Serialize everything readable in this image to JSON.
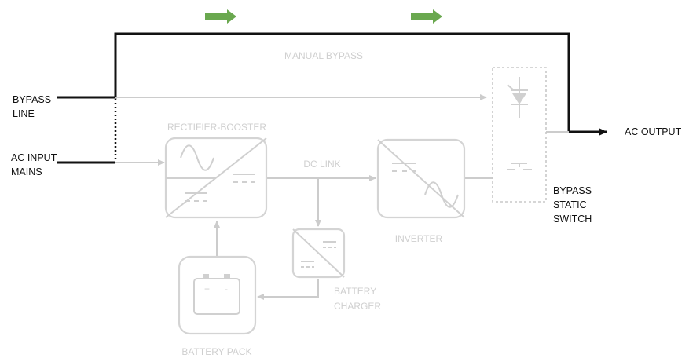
{
  "labels": {
    "bypass_line": [
      "BYPASS",
      "LINE"
    ],
    "ac_input_mains": [
      "AC INPUT",
      "MAINS"
    ],
    "manual_bypass": "MANUAL BYPASS",
    "rectifier_booster": "RECTIFIER-BOOSTER",
    "dc_link": "DC LINK",
    "inverter": "INVERTER",
    "battery_charger": [
      "BATTERY",
      "CHARGER"
    ],
    "battery_pack": "BATTERY PACK",
    "bypass_static_switch": [
      "BYPASS",
      "STATIC",
      "SWITCH"
    ],
    "ac_output": "AC OUTPUT",
    "battery_plus": "+",
    "battery_minus": "-"
  },
  "colors": {
    "active_path": "#111111",
    "inactive_path": "#cccccc",
    "flow_arrow": "#6aa84f",
    "inactive_text": "#cfcfcf",
    "active_text": "#111111"
  },
  "icons": [
    "flow-direction-arrow-icon",
    "sine-wave-icon",
    "dc-symbol-icon",
    "thyristor-icon",
    "switch-contact-icon",
    "battery-icon"
  ]
}
